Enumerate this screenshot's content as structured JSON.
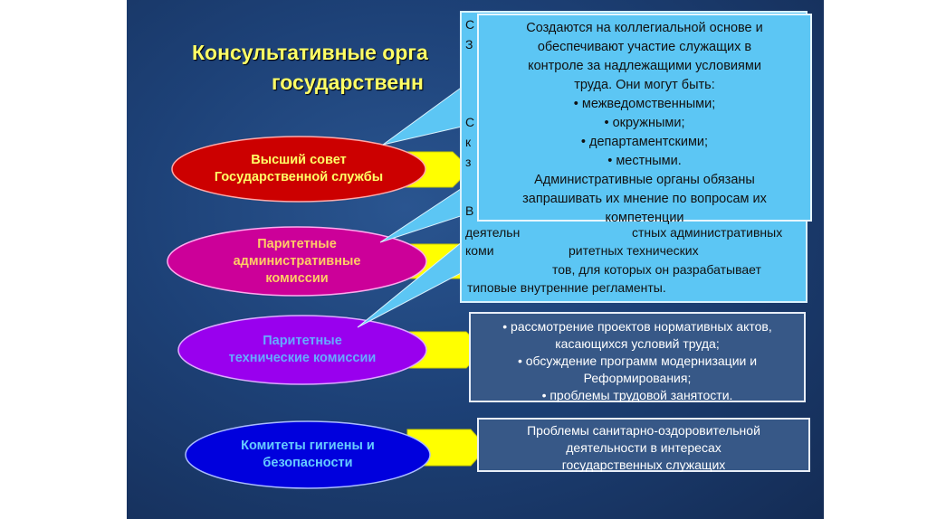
{
  "title": {
    "line1": "Консультативные орга",
    "line2": "государственн"
  },
  "back_box": {
    "fragments": [
      "С",
      "З",
      "С",
      "к",
      "з",
      "В"
    ],
    "lines": [
      "деятельн",
      "стных административных",
      "коми",
      "ритетных технических",
      "тов, для которых он разрабатывает",
      "типовые внутренние регламенты."
    ]
  },
  "front_box": {
    "lines": [
      "Создаются на коллегиальной основе и",
      "обеспечивают участие служащих в",
      "контроле за надлежащими условиями",
      "труда. Они могут быть:",
      "• межведомственными;",
      "• окружными;",
      "• департаментскими;",
      "• местными.",
      "Административные органы обязаны",
      "запрашивать их мнение по вопросам их",
      "компетенции"
    ]
  },
  "organs": [
    {
      "label_lines": [
        "Высший совет",
        "Государственной службы"
      ],
      "fill": "#cc0000",
      "text_color": "#ffff66"
    },
    {
      "label_lines": [
        "Паритетные",
        "административные",
        "комиссии"
      ],
      "fill": "#cc0099",
      "text_color": "#ffcc66"
    },
    {
      "label_lines": [
        "Паритетные",
        "технические комиссии"
      ],
      "fill": "#9900ee",
      "text_color": "#66aaff"
    },
    {
      "label_lines": [
        "Комитеты гигиены и",
        "безопасности"
      ],
      "fill": "#0000dd",
      "text_color": "#66ccff"
    }
  ],
  "tech_box": {
    "lines": [
      "• рассмотрение проектов нормативных актов,",
      "касающихся условий труда;",
      "• обсуждение программ модернизации и",
      "Реформирования;",
      "• проблемы трудовой занятости."
    ]
  },
  "hygiene_box": {
    "lines": [
      "Проблемы санитарно-оздоровительной",
      "деятельности в интересах",
      "государственных служащих"
    ]
  }
}
